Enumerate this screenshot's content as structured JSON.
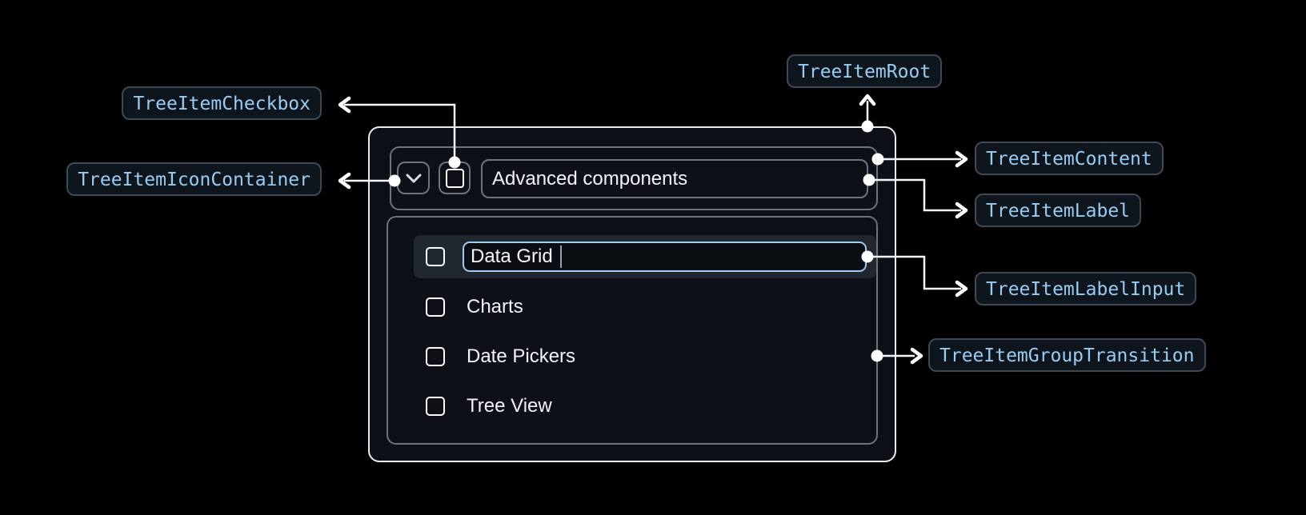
{
  "annotations": {
    "root": {
      "label": "TreeItemRoot"
    },
    "checkbox": {
      "label": "TreeItemCheckbox"
    },
    "icon_container": {
      "label": "TreeItemIconContainer"
    },
    "content": {
      "label": "TreeItemContent"
    },
    "label": {
      "label": "TreeItemLabel"
    },
    "label_input": {
      "label": "TreeItemLabelInput"
    },
    "group_transition": {
      "label": "TreeItemGroupTransition"
    }
  },
  "tree": {
    "parent": {
      "label": "Advanced components",
      "expanded": true,
      "checkbox_checked": false
    },
    "children": [
      {
        "label": "Data Grid",
        "state": "editing"
      },
      {
        "label": "Charts",
        "state": "default"
      },
      {
        "label": "Date Pickers",
        "state": "default"
      },
      {
        "label": "Tree View",
        "state": "default"
      }
    ]
  },
  "icons": {
    "expand_icon": "chevron-down",
    "checkbox_icon": "checkbox-unchecked"
  },
  "colors": {
    "annotation_text": "#99ccf3",
    "annotation_border": "#3c4956",
    "annotation_bg": "#0f151d",
    "input_focus_border": "#9fcbf0",
    "connector": "#ffffff",
    "root_border": "#e9ecf0",
    "inner_border": "#6b7480",
    "row_highlight_bg": "#21272e",
    "background": "#000000"
  }
}
